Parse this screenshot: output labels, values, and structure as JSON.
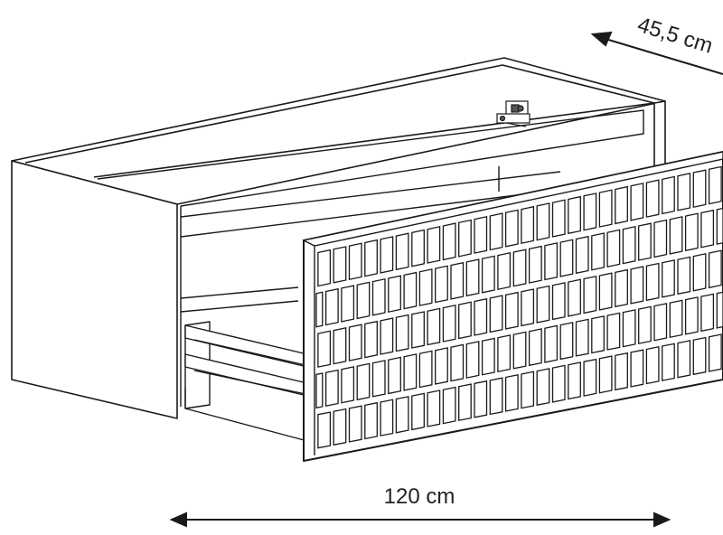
{
  "dimensions": {
    "width_label": "120 cm",
    "depth_label": "45,5 cm"
  },
  "front_panel": {
    "tile_rows": 5,
    "tile_columns": 26
  },
  "colors": {
    "line": "#1a1a1a",
    "fill": "#ffffff",
    "hardware": "#555555"
  }
}
